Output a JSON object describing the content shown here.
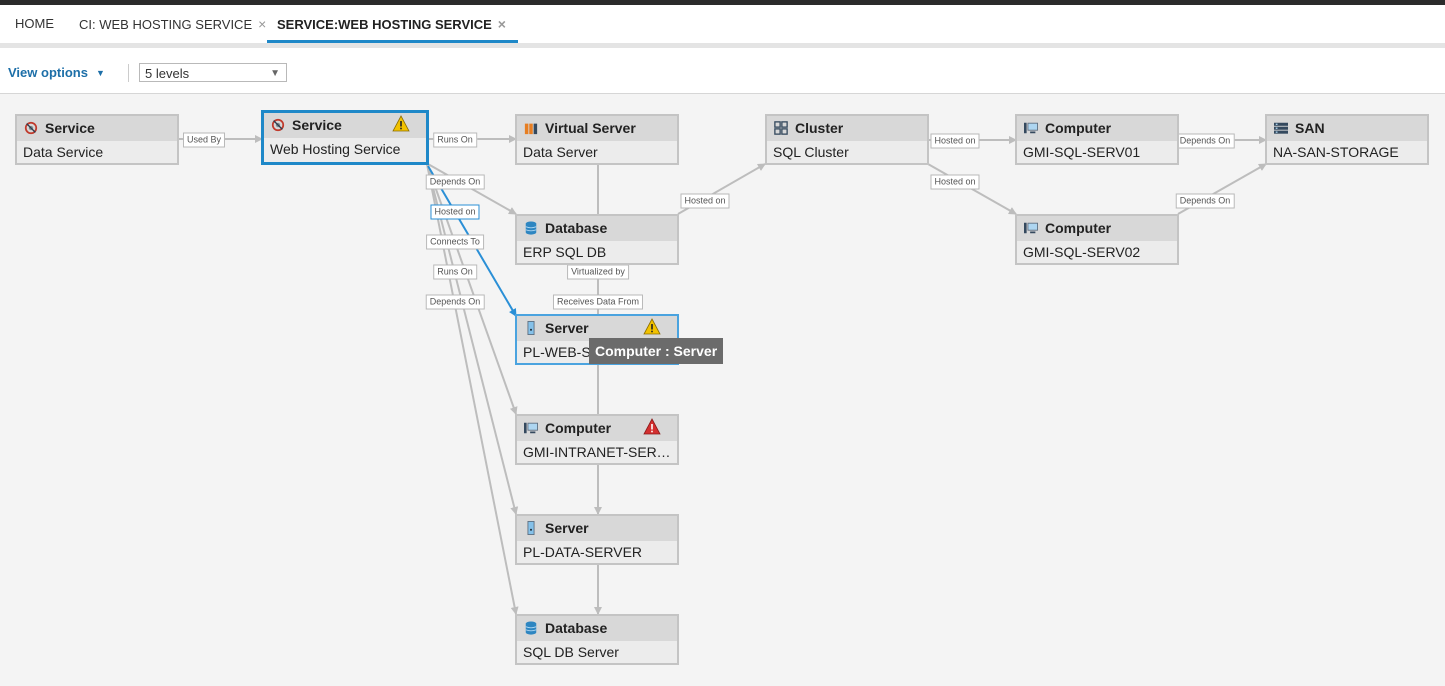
{
  "tabs": [
    {
      "label": "HOME",
      "closable": false
    },
    {
      "label": "CI: WEB HOSTING SERVICE",
      "closable": true
    },
    {
      "label": "SERVICE:WEB HOSTING SERVICE",
      "closable": true,
      "active": true
    }
  ],
  "close_glyph": "×",
  "toolbar": {
    "view_options": "View options",
    "levels_value": "5 levels"
  },
  "nodes": [
    {
      "id": "n1",
      "type": "Service",
      "name": "Data Service",
      "icon": "service-icon"
    },
    {
      "id": "n2",
      "type": "Service",
      "name": "Web Hosting Service",
      "icon": "service-icon",
      "status": "warning",
      "selected": true
    },
    {
      "id": "n3",
      "type": "Virtual Server",
      "name": "Data Server",
      "icon": "virtual-server-icon"
    },
    {
      "id": "n4",
      "type": "Cluster",
      "name": "SQL Cluster",
      "icon": "cluster-icon"
    },
    {
      "id": "n5",
      "type": "Computer",
      "name": "GMI-SQL-SERV01",
      "icon": "computer-icon"
    },
    {
      "id": "n6",
      "type": "SAN",
      "name": "NA-SAN-STORAGE",
      "icon": "san-icon"
    },
    {
      "id": "n7",
      "type": "Database",
      "name": "ERP SQL DB",
      "icon": "database-icon"
    },
    {
      "id": "n8",
      "type": "Computer",
      "name": "GMI-SQL-SERV02",
      "icon": "computer-icon"
    },
    {
      "id": "n9",
      "type": "Server",
      "name": "PL-WEB-S",
      "icon": "server-icon",
      "status": "warning"
    },
    {
      "id": "n10",
      "type": "Computer",
      "name": "GMI-INTRANET-SERV…",
      "icon": "computer-icon",
      "status": "error"
    },
    {
      "id": "n11",
      "type": "Server",
      "name": "PL-DATA-SERVER",
      "icon": "server-icon"
    },
    {
      "id": "n12",
      "type": "Database",
      "name": "SQL DB Server",
      "icon": "database-icon"
    }
  ],
  "edges": [
    {
      "label": "Used By"
    },
    {
      "label": "Runs On"
    },
    {
      "label": "Hosted on"
    },
    {
      "label": "Hosted on"
    },
    {
      "label": "Depends On"
    },
    {
      "label": "Hosted on"
    },
    {
      "label": "Depends On"
    },
    {
      "label": "Depends On"
    },
    {
      "label": "Hosted on",
      "selected": true
    },
    {
      "label": "Connects To"
    },
    {
      "label": "Runs On"
    },
    {
      "label": "Depends On"
    },
    {
      "label": "Virtualized by"
    },
    {
      "label": "Receives Data From"
    }
  ],
  "tooltip": "Computer : Server",
  "colors": {
    "accent": "#1e88c8",
    "warning": "#f2c200",
    "error": "#d32f2f"
  }
}
